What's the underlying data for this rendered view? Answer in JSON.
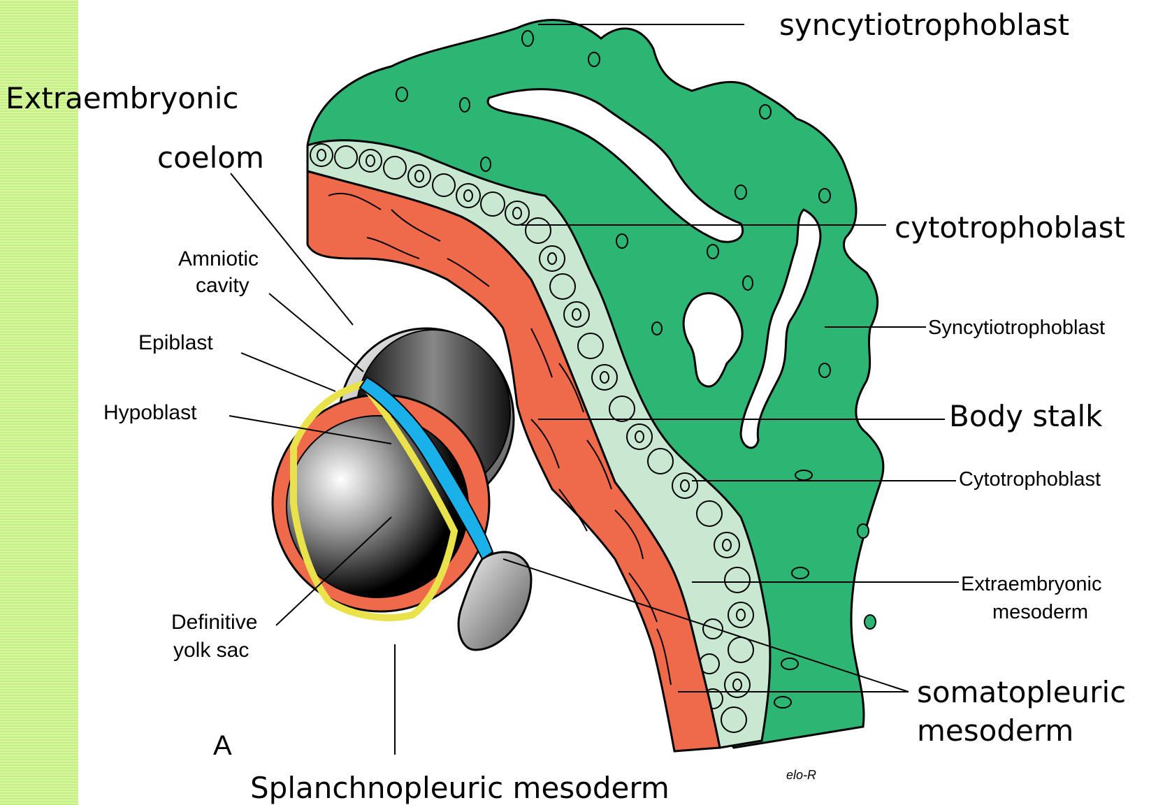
{
  "labels": {
    "syncytiotrophoblast_top": "syncytiotrophoblast",
    "extraembryonic": "Extraembryonic",
    "coelom": "coelom",
    "cytotrophoblast_top": "cytotrophoblast",
    "amniotic_1": "Amniotic",
    "amniotic_2": "cavity",
    "epiblast": "Epiblast",
    "hypoblast": "Hypoblast",
    "syncytiotrophoblast_right": "Syncytiotrophoblast",
    "body_stalk": "Body stalk",
    "cytotrophoblast_right": "Cytotrophoblast",
    "extraembryonic_mesoderm_1": "Extraembryonic",
    "extraembryonic_mesoderm_2": "mesoderm",
    "definitive_1": "Definitive",
    "definitive_2": "yolk sac",
    "somatopleuric_1": "somatopleuric",
    "somatopleuric_2": "mesoderm",
    "panel_letter": "A",
    "splanchnopleuric": "Splanchnopleuric mesoderm",
    "signature": "elo-R"
  },
  "colors": {
    "sidebar": "#ccf28c",
    "trophoblast_green": "#2db574",
    "cytotrophoblast_pale": "#c9e8d2",
    "mesoderm_red": "#ef6a4a",
    "epiblast_blue": "#1ab1ea",
    "hypoblast_yellow": "#e9e24a",
    "lacuna_white": "#ffffff"
  }
}
